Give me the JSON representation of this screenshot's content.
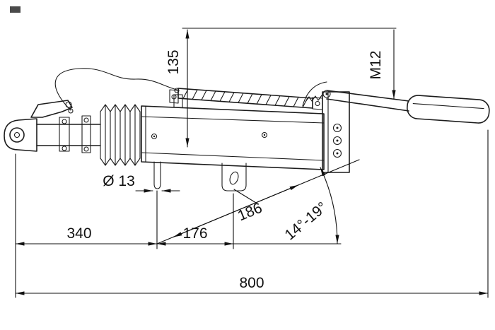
{
  "drawing": {
    "subject": "overrun-brake-coupling-technical-drawing-side-view",
    "background": "#ffffff",
    "line_color": "#1c1c1c"
  },
  "labels": {
    "height": "135",
    "thread": "M12",
    "hole_diameter": "Ø 13",
    "dim_340": "340",
    "dim_176": "176",
    "dim_186": "186",
    "angle": "14°-19°",
    "overall": "800"
  }
}
